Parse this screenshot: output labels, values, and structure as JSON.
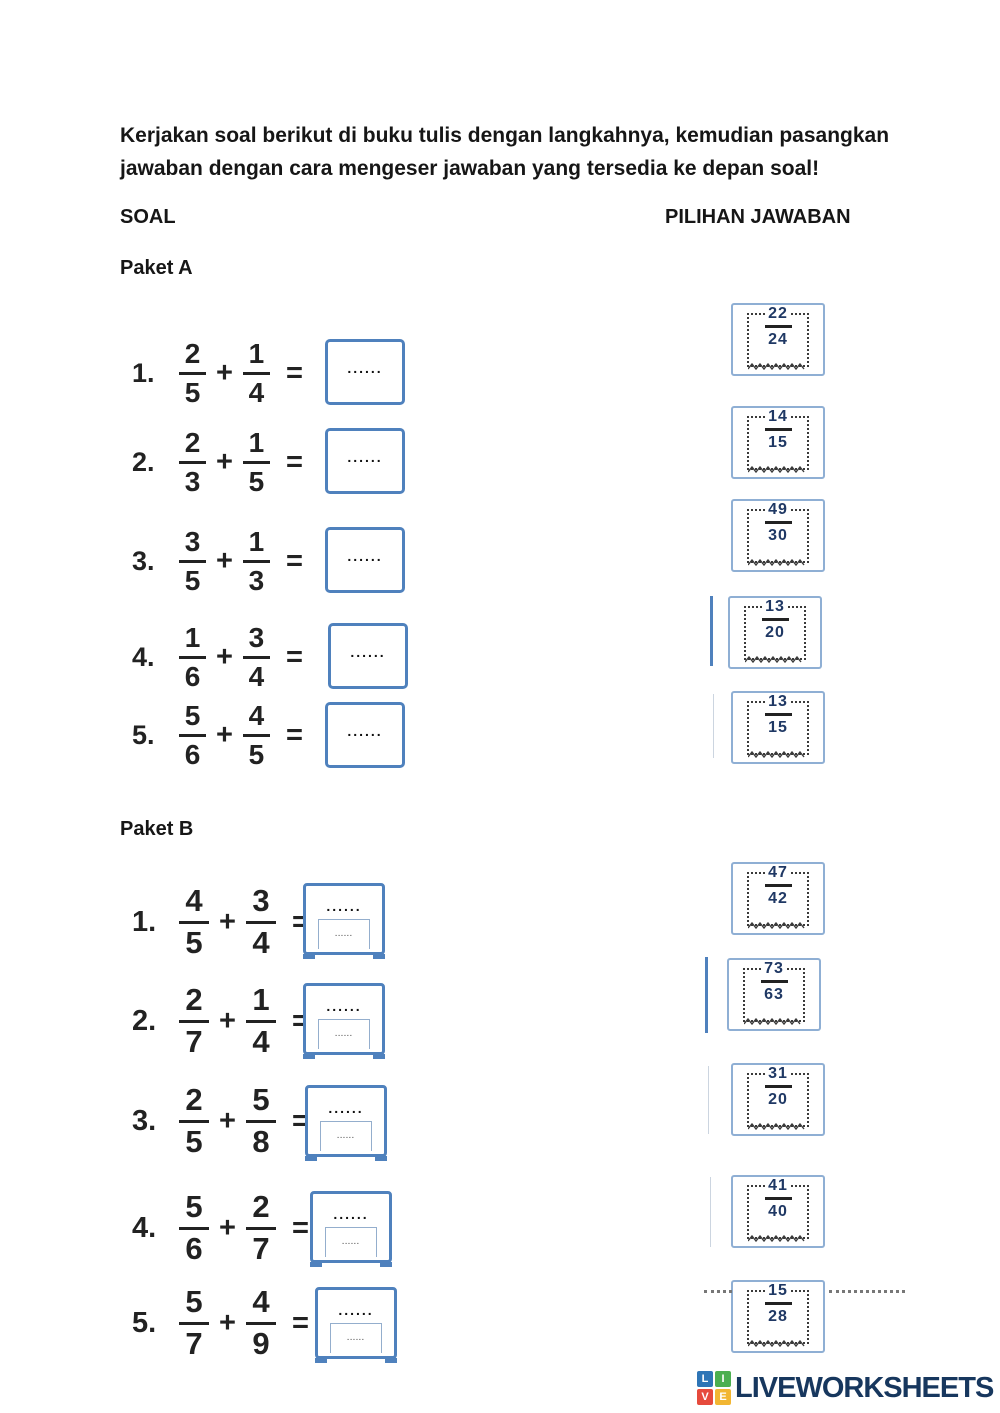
{
  "instructions": "Kerjakan soal berikut di buku tulis dengan langkahnya, kemudian pasangkan jawaban dengan cara mengeser jawaban yang tersedia ke depan soal!",
  "headers": {
    "left": "SOAL",
    "right": "PILIHAN JAWABAN"
  },
  "colors": {
    "drop_box_border": "#4f81bd",
    "option_box_border": "#8fafd4",
    "fraction_text": "#1f3864",
    "logo_text": "#17375e"
  },
  "paketA": {
    "label": "Paket A",
    "placeholder": "......",
    "problems": [
      {
        "no": "1.",
        "f1n": "2",
        "f1d": "5",
        "plus": "+",
        "f2n": "1",
        "f2d": "4",
        "eq": "=",
        "placeholder": "......"
      },
      {
        "no": "2.",
        "f1n": "2",
        "f1d": "3",
        "plus": "+",
        "f2n": "1",
        "f2d": "5",
        "eq": "=",
        "placeholder": "......"
      },
      {
        "no": "3.",
        "f1n": "3",
        "f1d": "5",
        "plus": "+",
        "f2n": "1",
        "f2d": "3",
        "eq": "=",
        "placeholder": "......"
      },
      {
        "no": "4.",
        "f1n": "1",
        "f1d": "6",
        "plus": "+",
        "f2n": "3",
        "f2d": "4",
        "eq": "=",
        "placeholder": "......"
      },
      {
        "no": "5.",
        "f1n": "5",
        "f1d": "6",
        "plus": "+",
        "f2n": "4",
        "f2d": "5",
        "eq": "=",
        "placeholder": "......"
      }
    ],
    "options": [
      {
        "num": "22",
        "den": "24"
      },
      {
        "num": "14",
        "den": "15"
      },
      {
        "num": "49",
        "den": "30"
      },
      {
        "num": "13",
        "den": "20"
      },
      {
        "num": "13",
        "den": "15"
      }
    ]
  },
  "paketB": {
    "label": "Paket B",
    "placeholder": "......",
    "inner_placeholder": "......",
    "problems": [
      {
        "no": "1.",
        "f1n": "4",
        "f1d": "5",
        "plus": "+",
        "f2n": "3",
        "f2d": "4",
        "eq": "=",
        "placeholder": "......",
        "inner": "......"
      },
      {
        "no": "2.",
        "f1n": "2",
        "f1d": "7",
        "plus": "+",
        "f2n": "1",
        "f2d": "4",
        "eq": "=",
        "placeholder": "......",
        "inner": "......"
      },
      {
        "no": "3.",
        "f1n": "2",
        "f1d": "5",
        "plus": "+",
        "f2n": "5",
        "f2d": "8",
        "eq": "=",
        "placeholder": "......",
        "inner": "......"
      },
      {
        "no": "4.",
        "f1n": "5",
        "f1d": "6",
        "plus": "+",
        "f2n": "2",
        "f2d": "7",
        "eq": "=",
        "placeholder": "......",
        "inner": "......"
      },
      {
        "no": "5.",
        "f1n": "5",
        "f1d": "7",
        "plus": "+",
        "f2n": "4",
        "f2d": "9",
        "eq": "=",
        "placeholder": "......",
        "inner": "......"
      }
    ],
    "options": [
      {
        "num": "47",
        "den": "42"
      },
      {
        "num": "73",
        "den": "63"
      },
      {
        "num": "31",
        "den": "20"
      },
      {
        "num": "41",
        "den": "40"
      },
      {
        "num": "15",
        "den": "28"
      }
    ]
  },
  "logo": {
    "letters": [
      {
        "letter": "L",
        "color": "#2e75b6"
      },
      {
        "letter": "I",
        "color": "#4caf50"
      },
      {
        "letter": "V",
        "color": "#e64a3c"
      },
      {
        "letter": "E",
        "color": "#f2b632"
      }
    ],
    "wordmark": "LIVEWORKSHEETS"
  }
}
